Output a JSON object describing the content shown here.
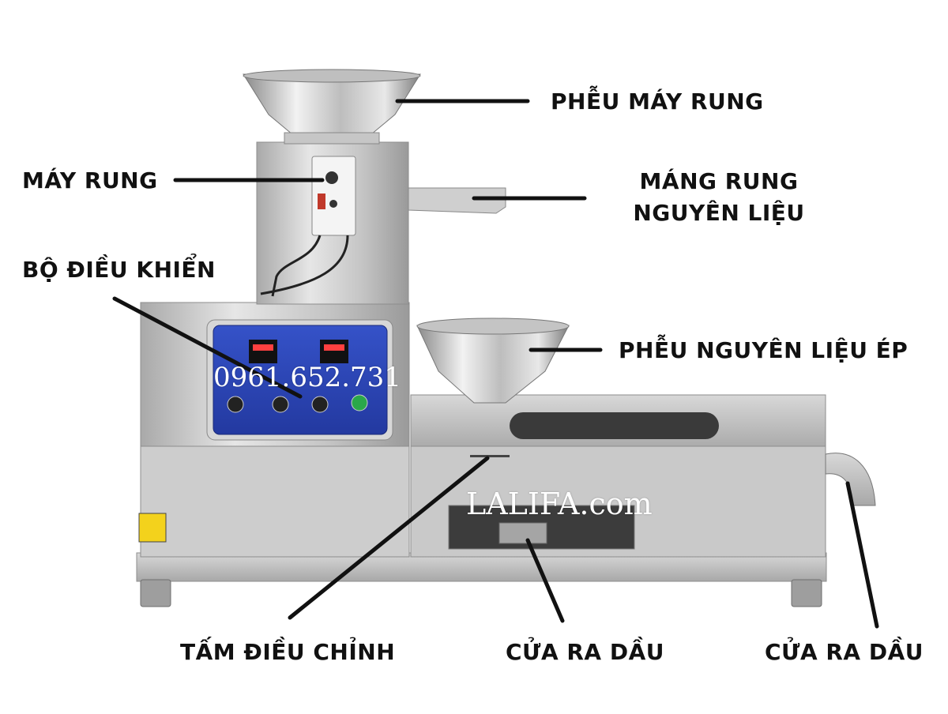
{
  "labels": {
    "vibration_hopper": "PHỄU MÁY RUNG",
    "vibrator": "MÁY RUNG",
    "feed_tray_line1": "MÁNG RUNG",
    "feed_tray_line2": "NGUYÊN LIỆU",
    "controller": "BỘ ĐIỀU KHIỂN",
    "press_hopper": "PHỄU NGUYÊN LIỆU ÉP",
    "adjust_plate": "TẤM ĐIỀU CHỈNH",
    "oil_outlet_center": "CỬA RA DẦU",
    "oil_outlet_right": "CỬA RA DẦU"
  },
  "watermarks": {
    "phone": "0961.652.731",
    "site": "LALIFA.com"
  },
  "colors": {
    "steel_light": "#d9d9d9",
    "steel_mid": "#b8b8b8",
    "steel_dark": "#8c8c8c",
    "panel_blue": "#2b47b5",
    "leader_line": "#111111",
    "label_text": "#111111"
  }
}
